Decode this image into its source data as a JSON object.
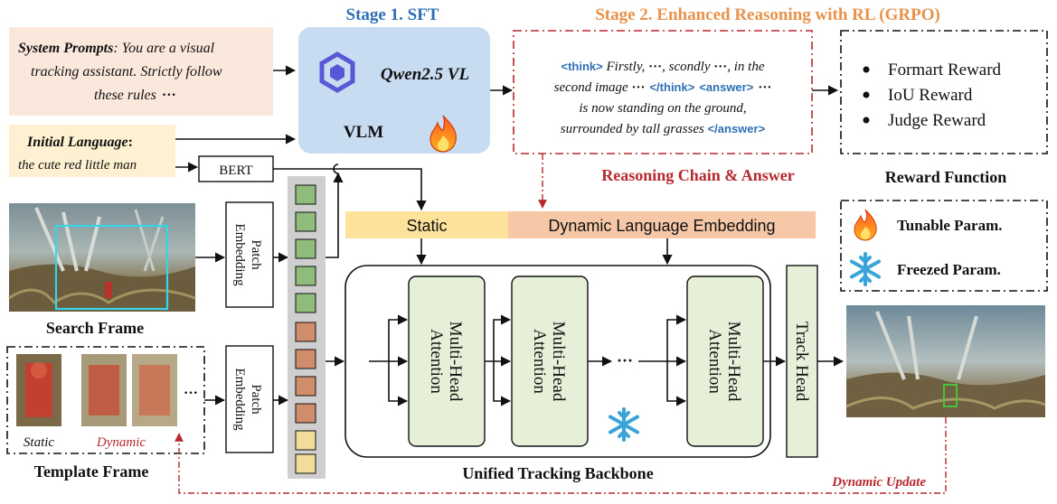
{
  "stage1": {
    "title": "Stage 1. SFT",
    "color": "#2f6fb5"
  },
  "stage2": {
    "title": "Stage 2. Enhanced Reasoning with RL (GRPO)",
    "color": "#e8924a"
  },
  "system_prompt": {
    "label": "System Prompts",
    "text_1": ":  You are a visual",
    "text_2": "tracking assistant. Strictly follow",
    "text_3": "these rules",
    "ellipsis": "···",
    "bg": "#fbe8dd"
  },
  "initial_language": {
    "label": "Initial Language",
    "colon": ":",
    "text": "the cute red little man",
    "bg": "#fdf1d2"
  },
  "bert": {
    "label": "BERT"
  },
  "vlm": {
    "model": "Qwen2.5 VL",
    "label": "VLM",
    "bg": "#c7dcf1",
    "icon": "flame-icon"
  },
  "reasoning": {
    "think_open": "<think>",
    "l1_a": " Firstly, ",
    "l1_b": "···",
    "l1_c": ", scondly ",
    "l1_d": "···",
    "l1_e": ", in the",
    "l2_a": "second image ",
    "l2_b": "···",
    "think_close": "</think>",
    "answer_open": "<answer>",
    "l2_c": "···",
    "l3": "is now standing on the ground,",
    "l4_a": "surrounded by tall grasses ",
    "answer_close": "</answer>",
    "caption": "Reasoning Chain & Answer",
    "tag_color": "#2f6fb5",
    "caption_color": "#b5292f"
  },
  "rewards": {
    "items": [
      "Formart Reward",
      "IoU Reward",
      "Judge Reward"
    ],
    "caption": "Reward Function"
  },
  "legend": {
    "tunable": "Tunable Param.",
    "freezed": "Freezed Param.",
    "tunable_icon": "flame-icon",
    "freezed_icon": "snowflake-icon"
  },
  "embedding": {
    "static": "Static",
    "dynamic": "Dynamic Language Embedding",
    "static_bg": "#fce29b",
    "dynamic_bg": "#f6c8a8"
  },
  "search_frame": {
    "label": "Search Frame",
    "box_color": "#36d6e7"
  },
  "template_frame": {
    "label": "Template Frame",
    "static": "Static",
    "dynamic": "Dynamic",
    "ellipsis": "···"
  },
  "patch_embedding": {
    "line1": "Patch",
    "line2": "Embedding"
  },
  "tokens": {
    "green": "#8fbc7a",
    "orange": "#cf8d6b",
    "yellow": "#f1dc9a",
    "strip_bg": "#cfcfcf"
  },
  "backbone": {
    "label": "Unified Tracking Backbone",
    "mha_1": "Multi-Head",
    "mha_2": "Attention",
    "ellipsis": "···",
    "block_bg": "#e6f0d9",
    "icon": "snowflake-icon"
  },
  "track_head": {
    "label": "Track Head",
    "bg": "#e6f0d9"
  },
  "dynamic_update": {
    "label": "Dynamic Update",
    "color": "#b5292f"
  }
}
